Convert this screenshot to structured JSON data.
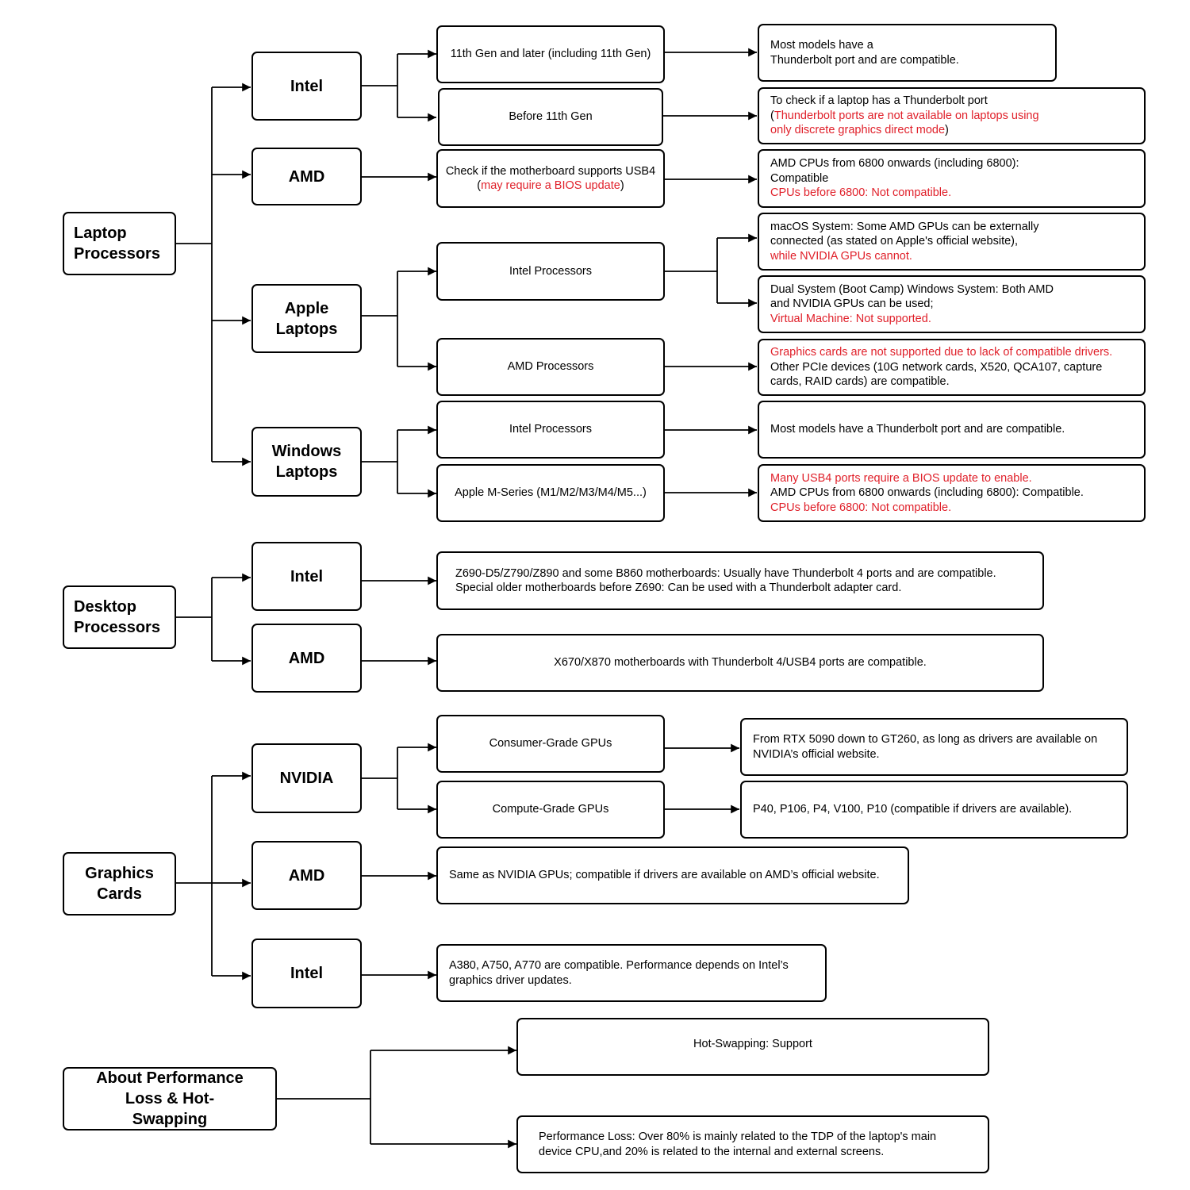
{
  "colors": {
    "line": "#000000",
    "highlight": "#e0202a",
    "background": "#ffffff"
  },
  "categories": {
    "laptop": "Laptop Processors",
    "desktop": "Desktop Processors",
    "graphics": "Graphics Cards",
    "performance": "About Performance Loss & Hot-Swapping"
  },
  "laptop": {
    "intel": {
      "label": "Intel",
      "gen11_label": "11th Gen and later (including 11th Gen)",
      "gen11_result": [
        "Most models have a",
        "Thunderbolt port and are  compatible."
      ],
      "before_label": "Before 11th Gen",
      "before_result": {
        "line1": "To check if a laptop has a Thunderbolt port",
        "line2_open": "(",
        "line2_red": "Thunderbolt ports are not available on laptops using",
        "line3_red": "only discrete graphics direct mode",
        "line3_close": ")"
      }
    },
    "amd": {
      "label": "AMD",
      "check_line1": "Check if the motherboard supports USB4",
      "check_open": "(",
      "check_red": "may require a BIOS update",
      "check_close": ")",
      "result_line1": "AMD CPUs from 6800 onwards (including 6800):",
      "result_line2": "Compatible",
      "result_red": "CPUs before 6800: Not compatible."
    },
    "apple": {
      "label": "Apple Laptops",
      "intel_label": "Intel Processors",
      "macos_line1": "macOS System: Some AMD GPUs can be externally",
      "macos_line2": "connected (as stated on Apple's official website),",
      "macos_red": "while NVIDIA GPUs cannot.",
      "bootcamp_line1": "Dual System (Boot Camp) Windows System: Both AMD",
      "bootcamp_line2": "and NVIDIA GPUs can be used;",
      "bootcamp_red": "Virtual Machine: Not supported.",
      "amd_label": "AMD  Processors",
      "amd_red": "Graphics cards are not supported due to lack of compatible drivers.",
      "amd_line2": "Other PCIe devices (10G network cards, X520, QCA107, capture",
      "amd_line3": "cards, RAID cards) are compatible."
    },
    "windows": {
      "label": "Windows Laptops",
      "intel_label": "Intel Processors",
      "intel_result": "Most models have a Thunderbolt port and are compatible.",
      "apple_label": "Apple M-Series (M1/M2/M3/M4/M5...)",
      "apple_red1": "Many USB4 ports require a BIOS update to enable.",
      "apple_line2": "AMD CPUs from 6800 onwards (including 6800): Compatible.",
      "apple_red3": "CPUs before 6800: Not compatible."
    }
  },
  "desktop": {
    "intel": {
      "label": "Intel",
      "line1": "Z690-D5/Z790/Z890 and some B860 motherboards: Usually have Thunderbolt 4 ports and are compatible.",
      "line2": "Special older motherboards before Z690: Can be used with a Thunderbolt adapter card."
    },
    "amd": {
      "label": "AMD",
      "result": "X670/X870 motherboards with Thunderbolt 4/USB4 ports are compatible."
    }
  },
  "graphics": {
    "nvidia": {
      "label": "NVIDIA",
      "consumer_label": "Consumer-Grade GPUs",
      "consumer_line1": "From RTX 5090 down to GT260, as long as drivers are available on",
      "consumer_line2": "NVIDIA’s official website.",
      "compute_label": "Compute-Grade GPUs",
      "compute_result": "P40, P106, P4, V100, P10 (compatible if drivers are available)."
    },
    "amd": {
      "label": "AMD",
      "result": "Same as NVIDIA GPUs; compatible if drivers are available on AMD’s official website."
    },
    "intel": {
      "label": "Intel",
      "line1": "A380, A750, A770 are compatible. Performance depends on Intel’s",
      "line2": "graphics driver updates."
    }
  },
  "performance": {
    "hotswap": "Hot-Swapping: Support",
    "loss_line1": "Performance Loss: Over 80% is mainly related to the TDP of the laptop's main",
    "loss_line2": "device CPU,and 20% is related to the internal and external screens."
  }
}
